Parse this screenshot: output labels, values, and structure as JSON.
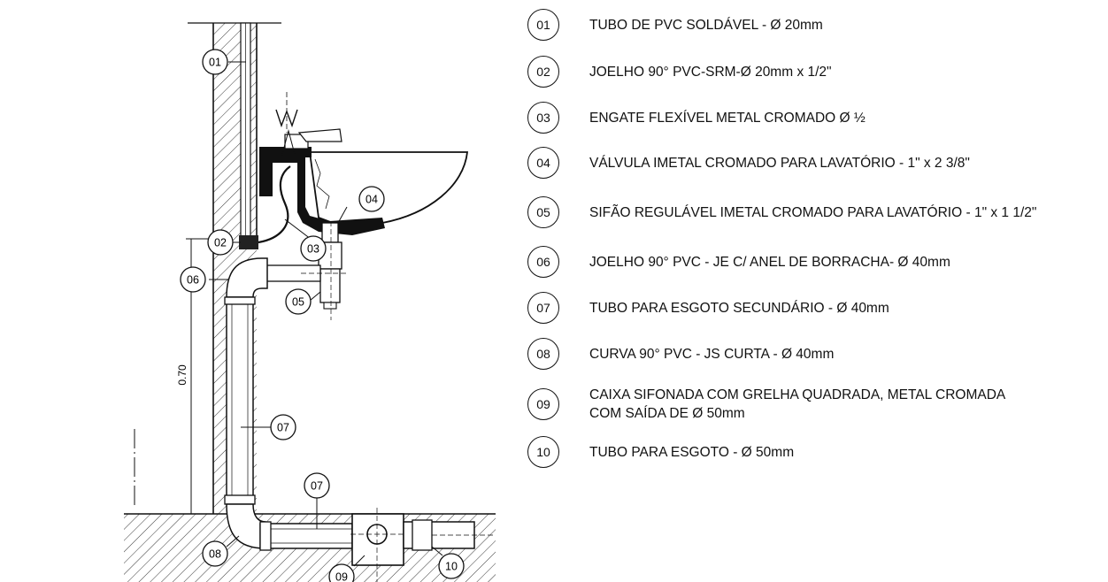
{
  "dimension": {
    "label": "0.70"
  },
  "callouts": [
    "01",
    "02",
    "03",
    "04",
    "05",
    "06",
    "07",
    "07",
    "08",
    "09",
    "10"
  ],
  "legend": [
    {
      "num": "01",
      "lines": [
        "TUBO DE PVC SOLDÁVEL - Ø 20mm"
      ]
    },
    {
      "num": "02",
      "lines": [
        "JOELHO 90° PVC-SRM-Ø 20mm x 1/2\""
      ]
    },
    {
      "num": "03",
      "lines": [
        "ENGATE FLEXÍVEL METAL CROMADO Ø ½"
      ]
    },
    {
      "num": "04",
      "lines": [
        "VÁLVULA IMETAL CROMADO PARA LAVATÓRIO - 1\" x 2 3/8\""
      ]
    },
    {
      "num": "05",
      "lines": [
        "SIFÃO REGULÁVEL IMETAL CROMADO PARA LAVATÓRIO - 1\" x 1 1/2\""
      ]
    },
    {
      "num": "06",
      "lines": [
        "JOELHO 90° PVC - JE C/ ANEL DE BORRACHA- Ø 40mm"
      ]
    },
    {
      "num": "07",
      "lines": [
        "TUBO PARA ESGOTO SECUNDÁRIO - Ø 40mm"
      ]
    },
    {
      "num": "08",
      "lines": [
        "CURVA 90° PVC - JS CURTA - Ø 40mm"
      ]
    },
    {
      "num": "09",
      "lines": [
        "CAIXA SIFONADA COM GRELHA QUADRADA, METAL CROMADA",
        "COM SAÍDA DE Ø 50mm"
      ]
    },
    {
      "num": "10",
      "lines": [
        "TUBO PARA ESGOTO - Ø 50mm"
      ]
    }
  ]
}
